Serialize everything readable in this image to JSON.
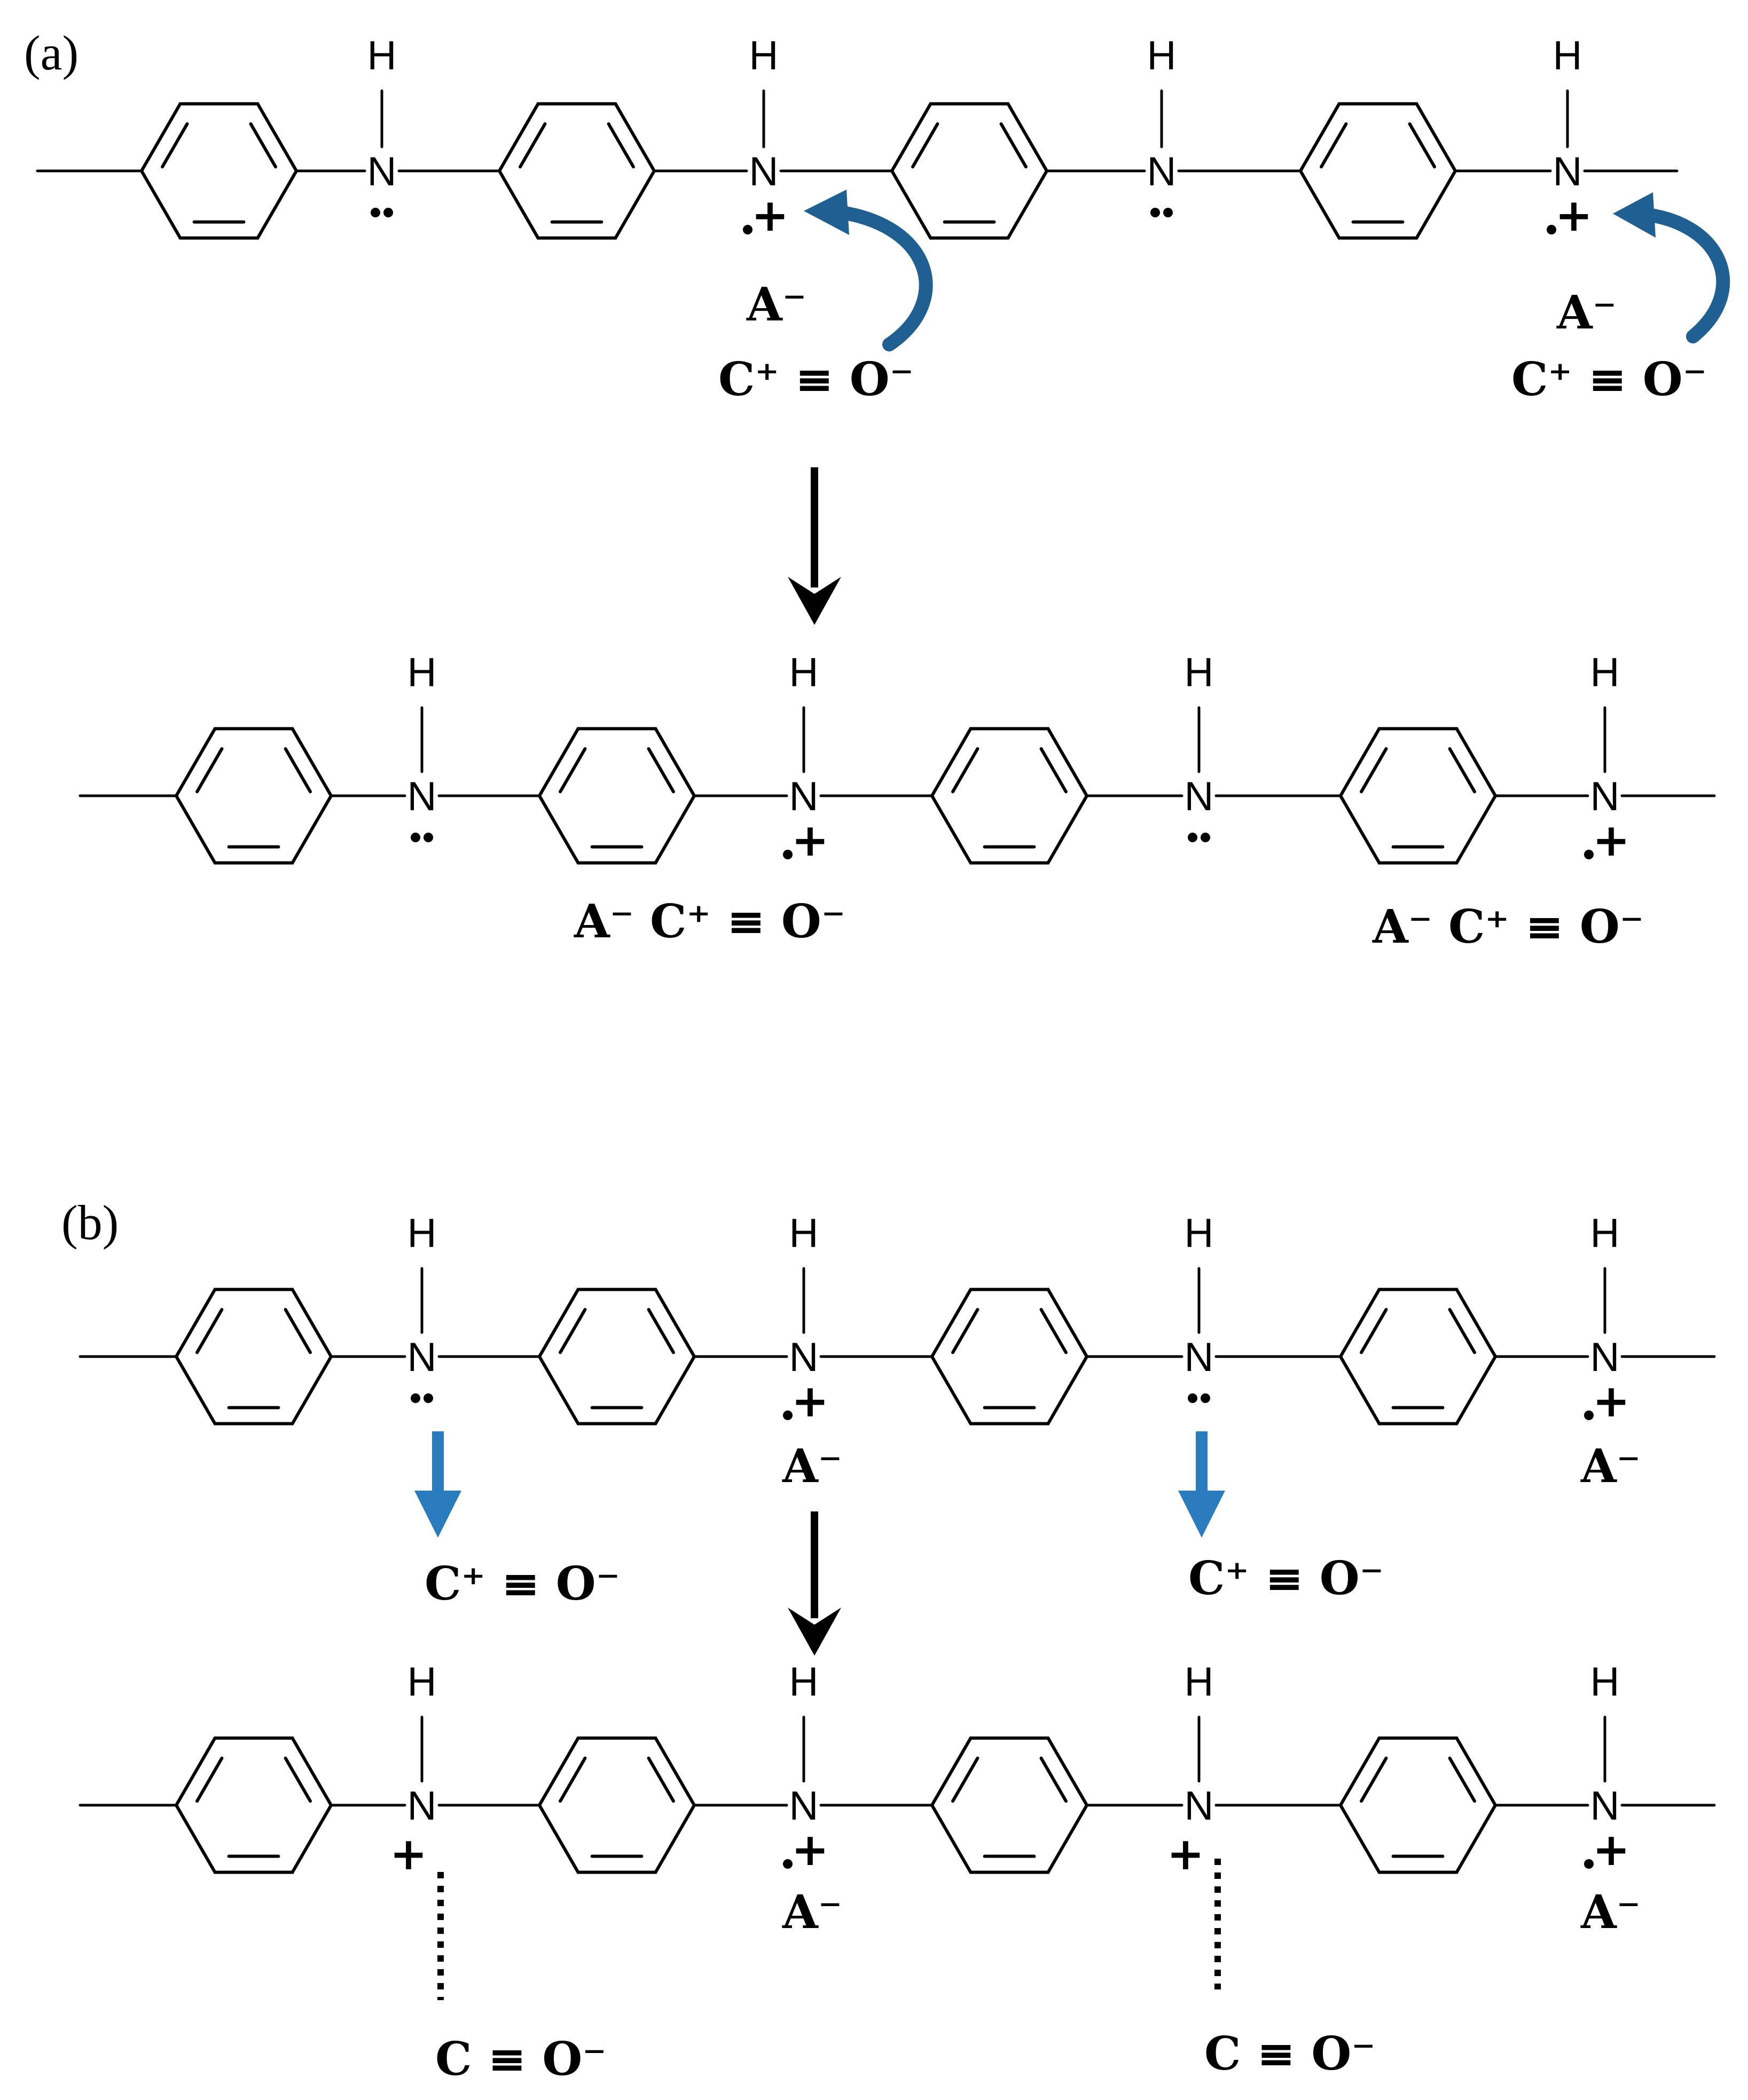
{
  "panels": {
    "a": "(a)",
    "b": "(b)"
  },
  "atoms": {
    "h": "H",
    "n": "N"
  },
  "charges": {
    "plus": "+"
  },
  "species": {
    "anion": "A⁻",
    "co_cation": "C⁺ ≡ O⁻",
    "anion_co": "A⁻ C⁺ ≡ O⁻",
    "co_neutral": "C ≡ O⁻"
  },
  "colors": {
    "blue_arrow": "#2b7bbf",
    "curved_arrow": "#1f5f91",
    "line": "#000000"
  },
  "icons": {
    "curved_arrow": "curved-arrow-icon",
    "down_arrow": "down-arrow-icon"
  }
}
